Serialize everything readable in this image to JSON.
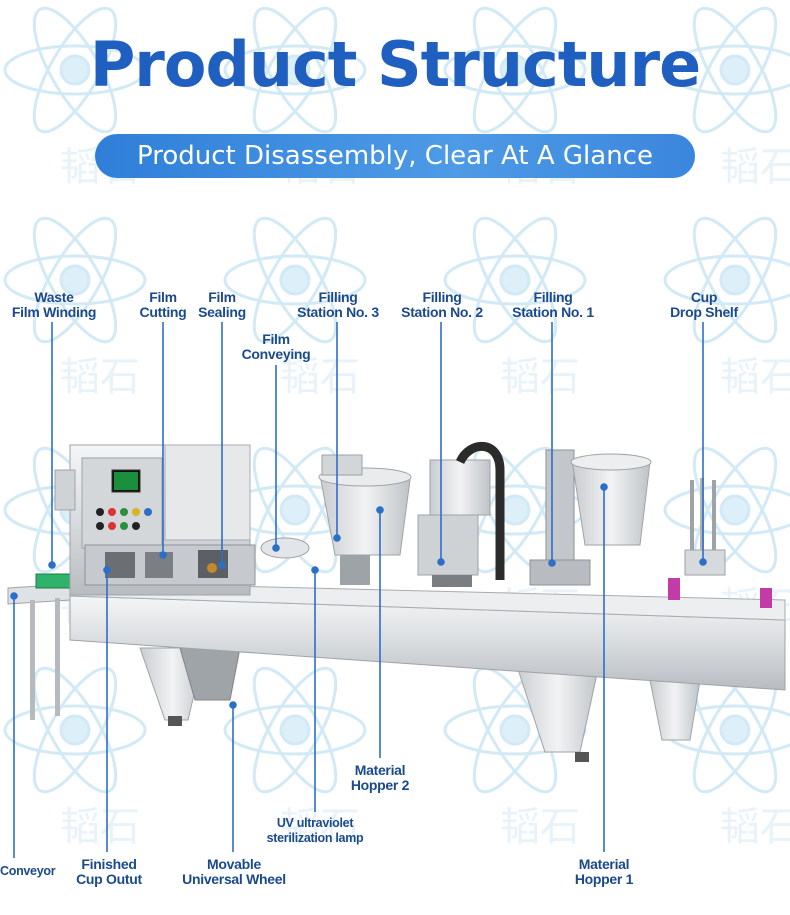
{
  "header": {
    "title": "Product Structure",
    "subtitle": "Product Disassembly, Clear At A Glance"
  },
  "colors": {
    "title": "#1f5fbf",
    "pill": "#3b86dd",
    "label_text": "#1b4a8c",
    "leader_line": "#2c6fc9",
    "watermark": "#bfe0f2"
  },
  "watermark_text": "韬石",
  "labels": {
    "waste_film_winding": "Waste\nFilm Winding",
    "film_cutting": "Film\nCutting",
    "film_sealing": "Film\nSealing",
    "film_conveying": "Film\nConveying",
    "filling_station_3": "Filling\nStation No. 3",
    "filling_station_2": "Filling\nStation No. 2",
    "filling_station_1": "Filling\nStation No. 1",
    "cup_drop_shelf": "Cup\nDrop Shelf",
    "material_hopper_2": "Material\nHopper 2",
    "uv_lamp": "UV ultraviolet\nsterilization lamp",
    "conveyor": "Conveyor",
    "finished_cup_outut": "Finished\nCup Outut",
    "movable_universal_wheel": "Movable\nUniversal Wheel",
    "material_hopper_1": "Material\nHopper 1"
  }
}
